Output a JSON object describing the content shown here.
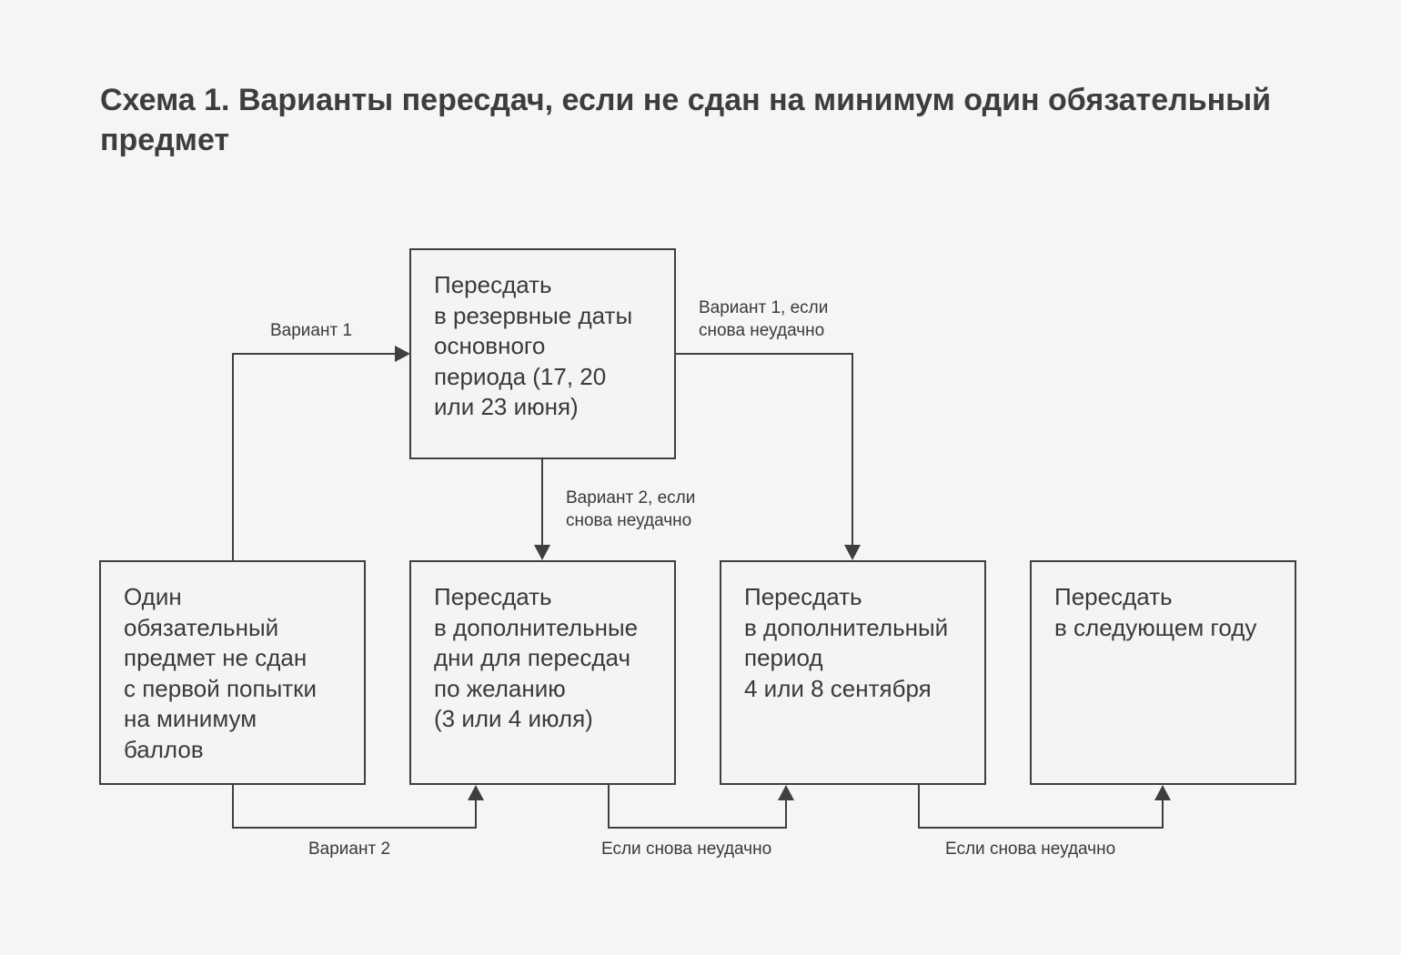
{
  "title": "Схема 1. Варианты пересдач, если не сдан на минимум один обязательный предмет",
  "boxes": {
    "reserve": [
      "Пересдать",
      "в резервные даты",
      "основного",
      "периода (17, 20",
      "или 23 июня)"
    ],
    "not_passed": [
      "Один",
      "обязательный",
      "предмет не сдан",
      "с первой попытки",
      "на минимум",
      "баллов"
    ],
    "extra_days": [
      "Пересдать",
      "в дополнительные",
      "дни для пересдач",
      "по желанию",
      "(3 или 4 июля)"
    ],
    "extra_period": [
      "Пересдать",
      "в дополнительный",
      "период",
      "4 или 8 сентября"
    ],
    "next_year": [
      "Пересдать",
      "в следующем году"
    ]
  },
  "labels": {
    "variant1": "Вариант 1",
    "variant1_again": [
      "Вариант 1, если",
      "снова неудачно"
    ],
    "variant2_again": [
      "Вариант 2, если",
      "снова неудачно"
    ],
    "variant2": "Вариант 2",
    "again_1": "Если снова неудачно",
    "again_2": "Если снова неудачно"
  }
}
